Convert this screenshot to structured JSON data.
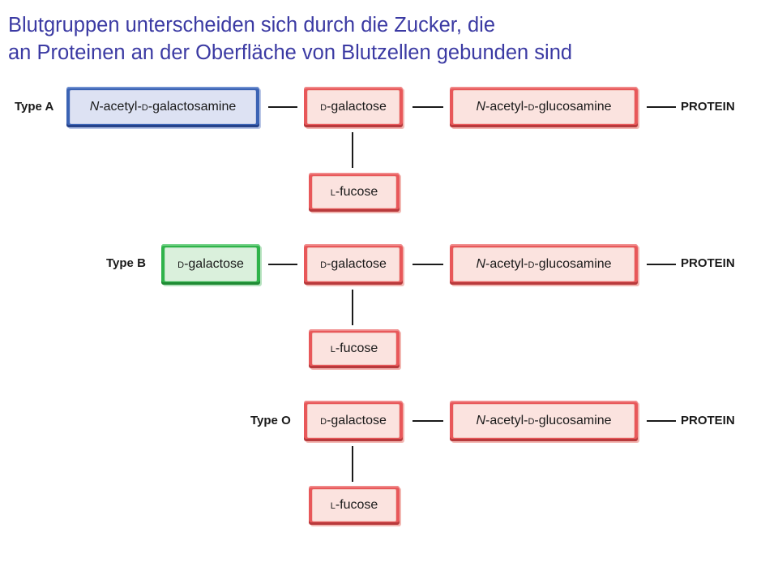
{
  "title": {
    "line1": "Blutgruppen unterscheiden sich durch die Zucker, die",
    "line2": "an Proteinen an der Oberfläche von Blutzellen gebunden sind"
  },
  "sugars": {
    "n_acetyl_prefix": "N",
    "acetyl_d": "-acetyl-",
    "d": "D",
    "l": "L",
    "galactosamine": "-galactosamine",
    "glucosamine": "-glucosamine",
    "galactose": "-galactose",
    "fucose": "-fucose"
  },
  "protein_label": "PROTEIN",
  "rows": [
    {
      "label": "Type A",
      "terminal_sugar": "N-acetyl-D-galactosamine",
      "terminal_color": "#3b63b4"
    },
    {
      "label": "Type B",
      "terminal_sugar": "D-galactose",
      "terminal_color": "#2fb34a"
    },
    {
      "label": "Type O",
      "terminal_sugar": "",
      "terminal_color": ""
    }
  ],
  "colors": {
    "title": "#3b3aa3",
    "red": "#e8585a",
    "blue": "#3b63b4",
    "green": "#2fb34a"
  }
}
